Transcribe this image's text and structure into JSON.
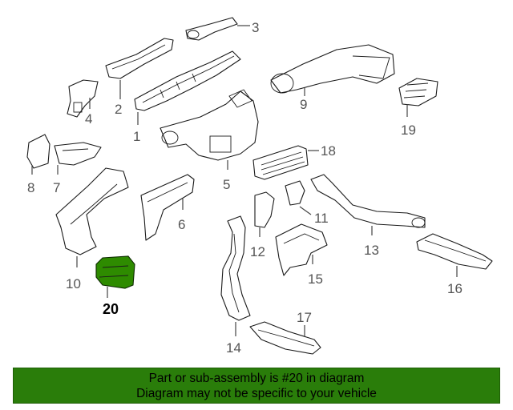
{
  "diagram": {
    "highlight_color": "#2e8b00",
    "parts": [
      {
        "id": "1",
        "label": "1"
      },
      {
        "id": "2",
        "label": "2"
      },
      {
        "id": "3",
        "label": "3"
      },
      {
        "id": "4",
        "label": "4"
      },
      {
        "id": "5",
        "label": "5"
      },
      {
        "id": "6",
        "label": "6"
      },
      {
        "id": "7",
        "label": "7"
      },
      {
        "id": "8",
        "label": "8"
      },
      {
        "id": "9",
        "label": "9"
      },
      {
        "id": "10",
        "label": "10"
      },
      {
        "id": "11",
        "label": "11"
      },
      {
        "id": "12",
        "label": "12"
      },
      {
        "id": "13",
        "label": "13"
      },
      {
        "id": "14",
        "label": "14"
      },
      {
        "id": "15",
        "label": "15"
      },
      {
        "id": "16",
        "label": "16"
      },
      {
        "id": "17",
        "label": "17"
      },
      {
        "id": "18",
        "label": "18"
      },
      {
        "id": "19",
        "label": "19"
      },
      {
        "id": "20",
        "label": "20",
        "highlighted": true
      }
    ]
  },
  "banner": {
    "background": "#2a7d0a",
    "line1": "Part or sub-assembly is #20 in diagram",
    "line2": "Diagram may not be specific to your vehicle"
  }
}
